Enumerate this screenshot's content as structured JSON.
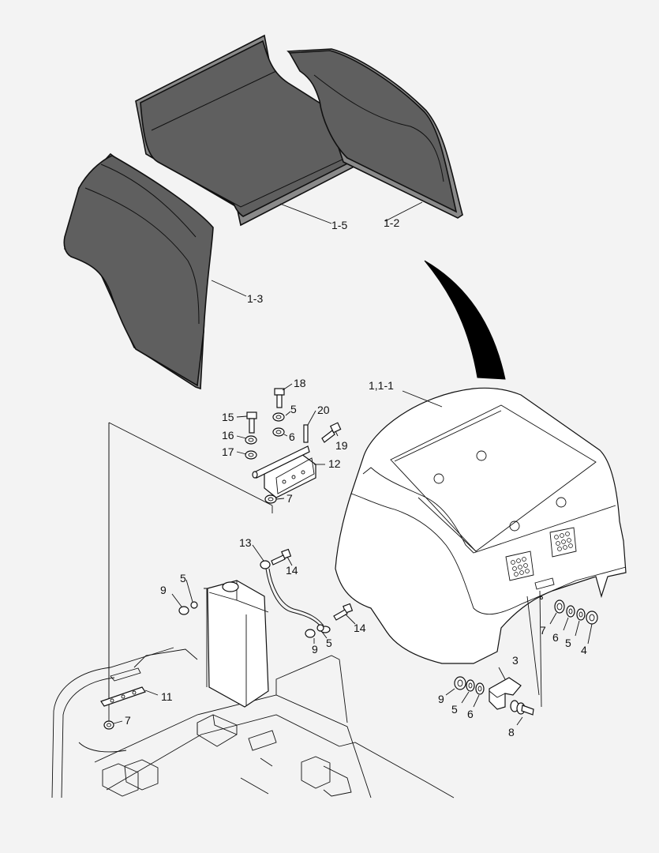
{
  "labels": {
    "l1_5": "1-5",
    "l1_2": "1-2",
    "l1_3": "1-3",
    "l1_1_1": "1,1-1",
    "l18": "18",
    "l15": "15",
    "l5a": "5",
    "l20": "20",
    "l16": "16",
    "l6a": "6",
    "l19": "19",
    "l17": "17",
    "l12": "12",
    "l7a": "7",
    "l13": "13",
    "l14a": "14",
    "l5b": "5",
    "l9a": "9",
    "l14b": "14",
    "l9b": "9",
    "l5c": "5",
    "l7b": "7",
    "l6b": "6",
    "l5d": "5",
    "l4": "4",
    "l3": "3",
    "l9c": "9",
    "l5e": "5",
    "l6c": "6",
    "l8": "8",
    "l11": "11",
    "l7c": "7"
  }
}
